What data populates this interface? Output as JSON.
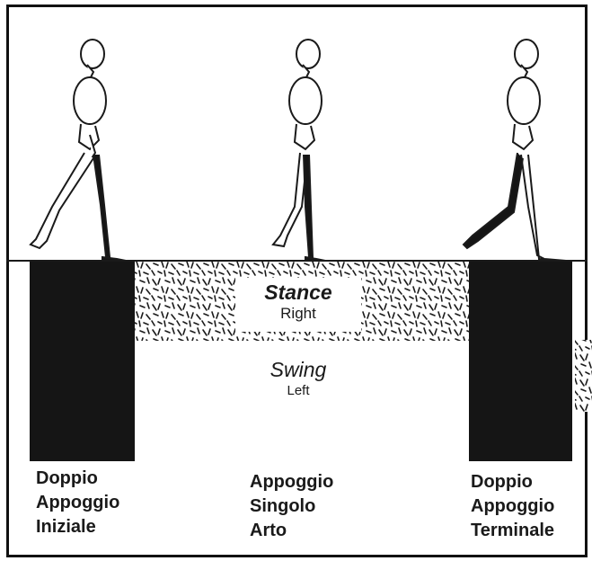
{
  "stance": {
    "title": "Stance",
    "side": "Right"
  },
  "swing": {
    "title": "Swing",
    "side": "Left"
  },
  "phases": [
    {
      "line1": "Doppio",
      "line2": "Appoggio",
      "line3": "Iniziale"
    },
    {
      "line1": "Appoggio",
      "line2": "Singolo",
      "line3": "Arto"
    },
    {
      "line1": "Doppio",
      "line2": "Appoggio",
      "line3": "Terminale"
    }
  ],
  "colors": {
    "ink": "#151515",
    "paper": "#ffffff"
  }
}
